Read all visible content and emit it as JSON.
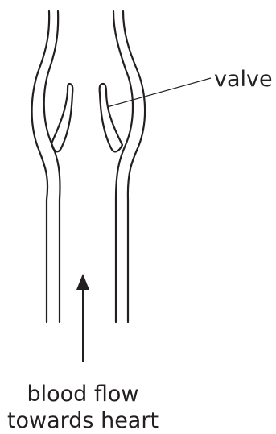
{
  "labels": {
    "valve": "valve",
    "flow_line1": "blood flow",
    "flow_line2": "towards heart"
  },
  "colors": {
    "ink": "#231f20",
    "background": "#ffffff"
  }
}
